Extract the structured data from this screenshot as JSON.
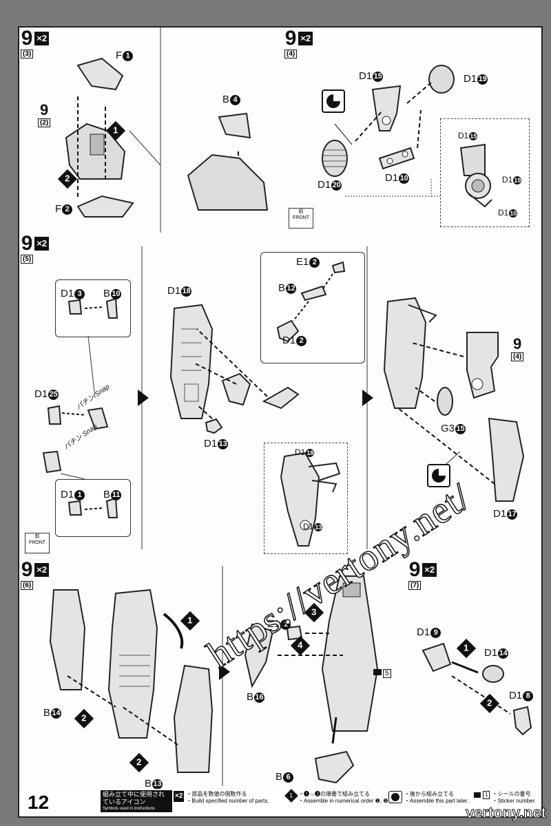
{
  "page_number": "12",
  "watermark": "https://vertony.net/",
  "footer_watermark": "vertony.net",
  "panels": {
    "p1": {
      "step": "9",
      "sub": "(3)",
      "mult": "×2",
      "labels": {
        "f1": "F",
        "f2": "F",
        "ref_step": "9",
        "ref_sub": "(2)",
        "b4": "B"
      },
      "nums": {
        "f1": "1",
        "f2": "2",
        "b4": "4",
        "o1": "1",
        "o2": "2"
      }
    },
    "p2": {
      "step": "9",
      "sub": "(4)",
      "mult": "×2",
      "labels": {
        "d15": "D1",
        "d19": "D1",
        "d20": "D1",
        "d10": "D1",
        "in_d15": "D1",
        "in_d19": "D1",
        "in_d10": "D1"
      },
      "nums": {
        "d15": "15",
        "d19": "19",
        "d20": "20",
        "d10": "10"
      },
      "front_jp": "前",
      "front_en": "FRONT"
    },
    "p3": {
      "step": "9",
      "sub": "(5)",
      "mult": "×2",
      "labels": {
        "d3": "D1",
        "b10": "B",
        "d25": "D1",
        "d1": "D1",
        "b11": "B",
        "d18": "D1",
        "d13": "D1",
        "e12": "E1",
        "b12": "B",
        "d12": "D1",
        "in_d18": "D1",
        "in_d13": "D1",
        "g315": "G3",
        "ref9": "9",
        "ref9sub": "(4)",
        "d17": "D1"
      },
      "nums": {
        "d3": "3",
        "b10": "10",
        "d25": "25",
        "d1": "1",
        "b11": "11",
        "d18": "18",
        "d13": "13",
        "e12": "2",
        "b12": "12",
        "d12": "2",
        "g315": "15",
        "d17": "17"
      },
      "snap_jp": "パチン",
      "snap_en": "Snap",
      "front_jp": "前",
      "front_en": "FRONT"
    },
    "p4": {
      "step": "9",
      "sub": "(6)",
      "mult": "×2",
      "labels": {
        "b14": "B",
        "b13": "B",
        "e11": "E1",
        "b16": "B",
        "b6": "B",
        "sticker": "5"
      },
      "nums": {
        "b14": "14",
        "b13": "13",
        "e11": "1",
        "b16": "16",
        "b6": "6",
        "o1": "1",
        "o2a": "2",
        "o2b": "2",
        "o3": "3",
        "o4": "4"
      }
    },
    "p5": {
      "step": "9",
      "sub": "(7)",
      "mult": "×2",
      "labels": {
        "d19": "D1",
        "d14": "D1",
        "d18": "D1"
      },
      "nums": {
        "d19": "9",
        "d14": "14",
        "d18": "8",
        "o1": "1",
        "o2": "2"
      }
    }
  },
  "footer": {
    "legend_title_jp": "組み立て中に使用されているアイコン",
    "legend_title_en": "Symbols used in instructions",
    "items": [
      {
        "icon": "×2",
        "jp": "・部品を数値の個数作る",
        "en": "・Build specified number of parts."
      },
      {
        "icon": "1",
        "jp": "・❶→❷の順番で組み立てる",
        "en": "・Assemble in numerical order ❶, ❷..."
      },
      {
        "icon": "later-icon",
        "jp": "・後から組み立てる",
        "en": "・Assemble this part later."
      },
      {
        "icon": "1",
        "jp": "・シールの番号",
        "en": "・Sticker number"
      }
    ]
  }
}
